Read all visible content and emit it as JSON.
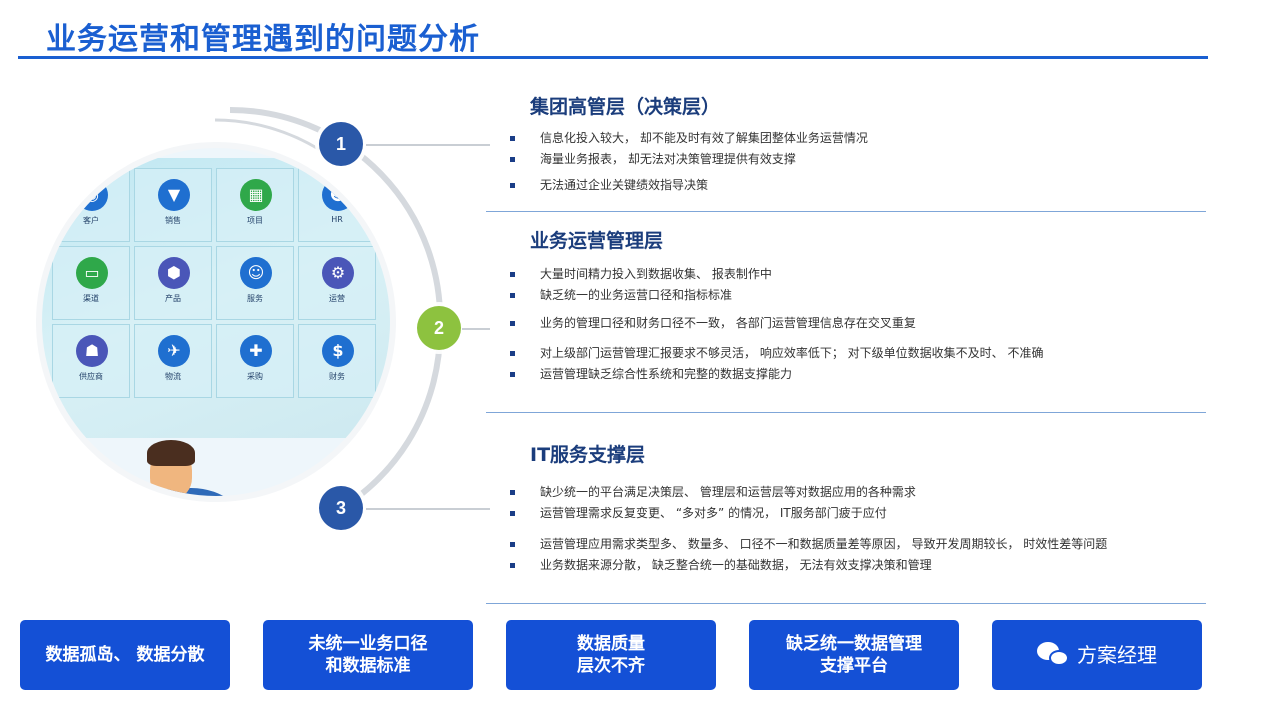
{
  "page": {
    "title": "业务运营和管理遇到的问题分析"
  },
  "illustration": {
    "tiles": [
      {
        "label": "客户",
        "icon": "users-icon",
        "color": "#1f6fd0"
      },
      {
        "label": "销售",
        "icon": "funnel-icon",
        "color": "#1f6fd0"
      },
      {
        "label": "项目",
        "icon": "blocks-icon",
        "color": "#2fa84a"
      },
      {
        "label": "HR",
        "icon": "people-icon",
        "color": "#1f6fd0"
      },
      {
        "label": "渠道",
        "icon": "channel-icon",
        "color": "#2fa84a"
      },
      {
        "label": "产品",
        "icon": "box-icon",
        "color": "#4a56b8"
      },
      {
        "label": "服务",
        "icon": "service-icon",
        "color": "#1f6fd0"
      },
      {
        "label": "运营",
        "icon": "gear-icon",
        "color": "#4a56b8"
      },
      {
        "label": "供应商",
        "icon": "supplier-icon",
        "color": "#4a56b8"
      },
      {
        "label": "物流",
        "icon": "logistics-icon",
        "color": "#1f6fd0"
      },
      {
        "label": "采购",
        "icon": "purchase-icon",
        "color": "#1f6fd0"
      },
      {
        "label": "财务",
        "icon": "dollar-icon",
        "color": "#1f6fd0"
      }
    ],
    "steps": [
      "1",
      "2",
      "3"
    ]
  },
  "sections": [
    {
      "title": "集团高管层（决策层）",
      "bullets": [
        "信息化投入较大， 却不能及时有效了解集团整体业务运营情况",
        "海量业务报表， 却无法对决策管理提供有效支撑",
        "无法通过企业关键绩效指导决策"
      ]
    },
    {
      "title": "业务运营管理层",
      "bullets": [
        "大量时间精力投入到数据收集、 报表制作中",
        "缺乏统一的业务运营口径和指标标准",
        "业务的管理口径和财务口径不一致， 各部门运营管理信息存在交叉重复",
        "对上级部门运营管理汇报要求不够灵活， 响应效率低下； 对下级单位数据收集不及时、 不准确",
        "运营管理缺乏综合性系统和完整的数据支撑能力"
      ]
    },
    {
      "title": "IT服务支撑层",
      "bullets": [
        "缺少统一的平台满足决策层、 管理层和运营层等对数据应用的各种需求",
        "运营管理需求反复变更、 “多对多” 的情况， IT服务部门疲于应付",
        "运营管理应用需求类型多、 数量多、 口径不一和数据质量差等原因， 导致开发周期较长， 时效性差等问题",
        "业务数据来源分散， 缺乏整合统一的基础数据， 无法有效支撑决策和管理"
      ]
    }
  ],
  "bottom_cards": [
    {
      "line1": "数据孤岛、 数据分散",
      "line2": ""
    },
    {
      "line1": "未统一业务口径",
      "line2": "和数据标准"
    },
    {
      "line1": "数据质量",
      "line2": "层次不齐"
    },
    {
      "line1": "缺乏统一数据管理",
      "line2": "支撑平台"
    }
  ],
  "watermark": {
    "text": "方案经理",
    "icon": "wechat-icon"
  },
  "colors": {
    "accent": "#1a5fd1",
    "card_bg": "#1450d6",
    "step_blue": "#2a58a8",
    "step_green": "#8dc23f"
  }
}
